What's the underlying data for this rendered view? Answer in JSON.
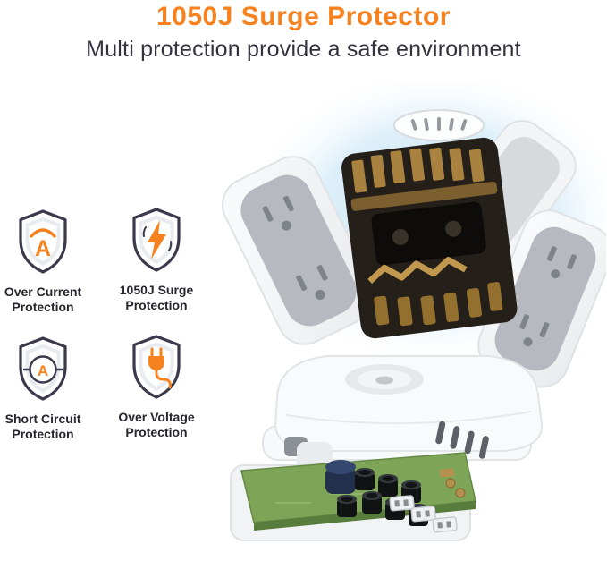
{
  "header": {
    "title": "1050J Surge Protector",
    "subtitle": "Multi protection provide a safe environment"
  },
  "features": [
    {
      "icon": "over-current-icon",
      "label": "Over Current Protection",
      "letter": "A"
    },
    {
      "icon": "surge-protection-icon",
      "label": "1050J Surge Protection"
    },
    {
      "icon": "short-circuit-icon",
      "label": "Short Circuit Protection",
      "letter": "A"
    },
    {
      "icon": "over-voltage-icon",
      "label": "Over Voltage Protection"
    }
  ],
  "colors": {
    "accent_orange": "#F5821F",
    "heading_dark": "#32323E",
    "shield_outline": "#3A3A4C",
    "glow_blue": "#CDE8F6",
    "pcb_green": "#7DA457"
  },
  "product": {
    "image_name": "surge-protector-exploded-view"
  }
}
